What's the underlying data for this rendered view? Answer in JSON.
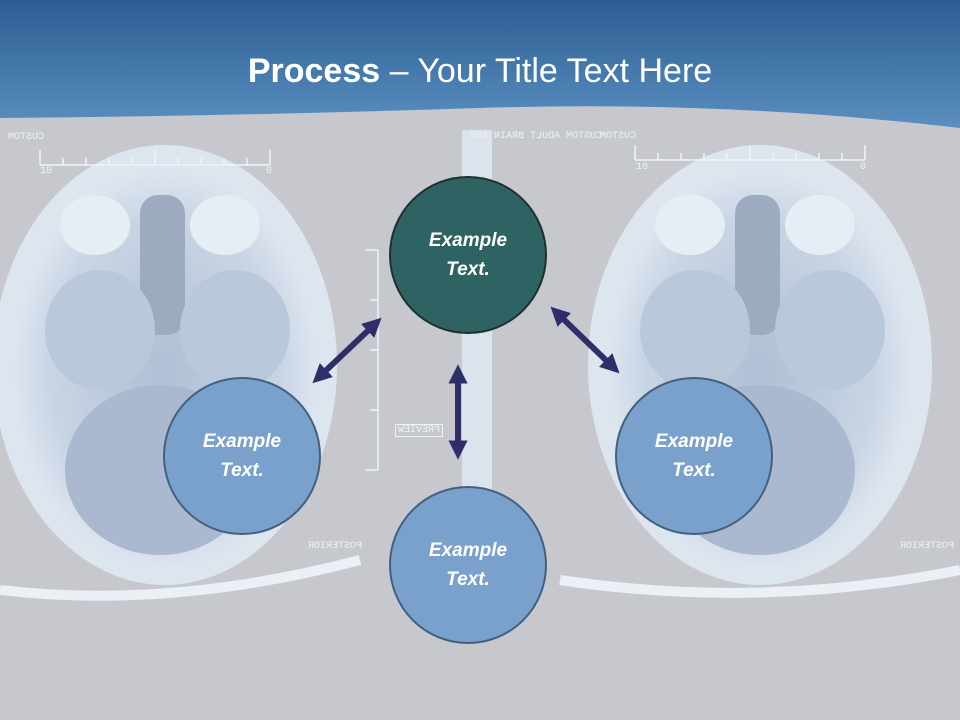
{
  "title": {
    "bold": "Process",
    "rest": " – Your Title Text Here"
  },
  "colors": {
    "header": "#3d70a3",
    "center_circle": "#2f6262",
    "outer_circle": "#7aa1cb",
    "arrow": "#2e2f68",
    "background": "#c6c8ce"
  },
  "scan_labels": {
    "custom_left": "CUSTOM",
    "custom_right": "CUSTOM",
    "tick_10": "10",
    "tick_0": "0",
    "header_info": "CUSTOM ADULT BRAIN 10S",
    "posterior": "POSTERIOR",
    "preview": "PREVIEW"
  },
  "nodes": [
    {
      "line1": "Example",
      "line2": "Text."
    },
    {
      "line1": "Example",
      "line2": "Text."
    },
    {
      "line1": "Example",
      "line2": "Text."
    },
    {
      "line1": "Example",
      "line2": "Text."
    }
  ]
}
